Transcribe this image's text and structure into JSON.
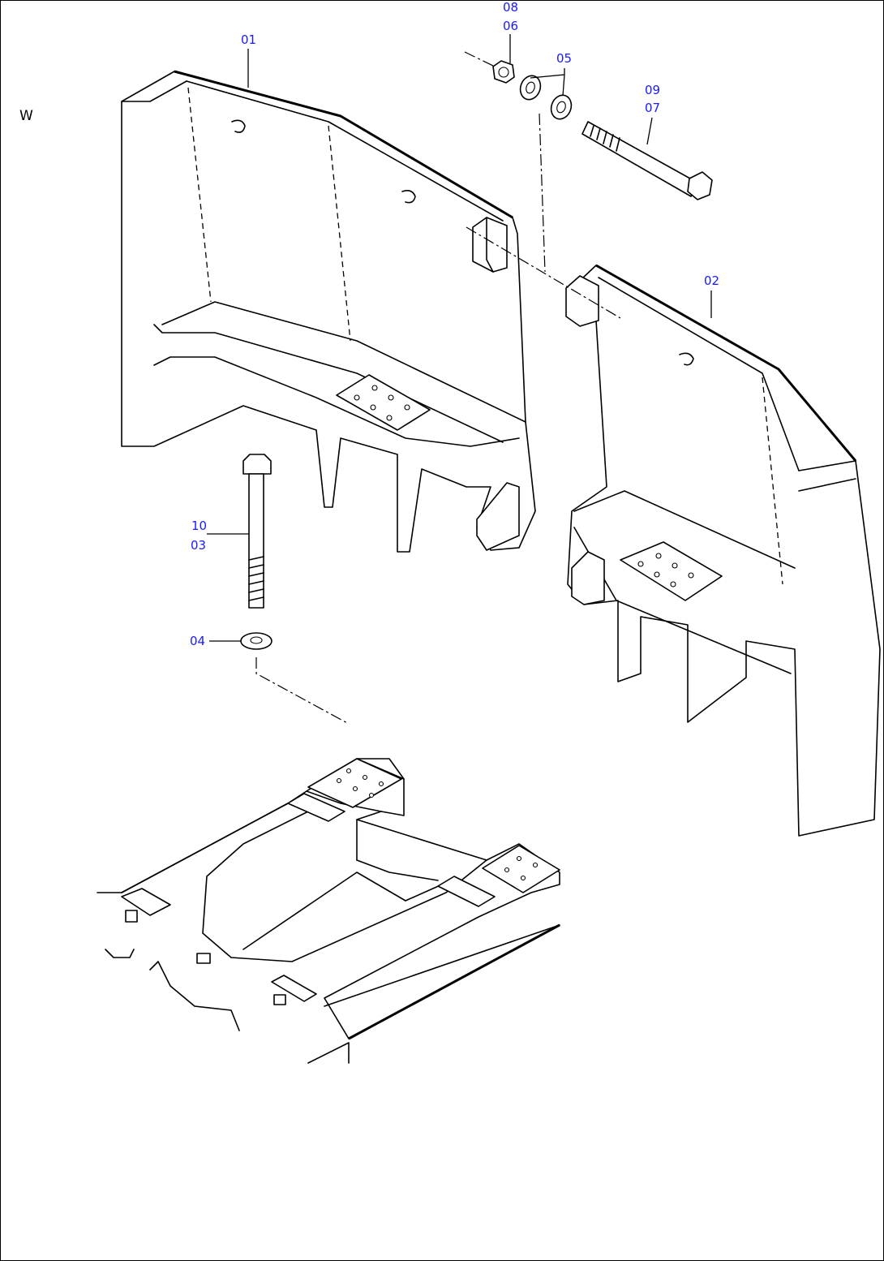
{
  "view": {
    "label": "W"
  },
  "parts": [
    {
      "id": "01",
      "name": "counterweight-left"
    },
    {
      "id": "02",
      "name": "counterweight-right"
    },
    {
      "id": "03",
      "name": "bolt-vertical"
    },
    {
      "id": "04",
      "name": "washer-vertical"
    },
    {
      "id": "05",
      "name": "washers-horizontal"
    },
    {
      "id": "06",
      "name": "nut"
    },
    {
      "id": "07",
      "name": "bolt-horizontal"
    },
    {
      "id": "08",
      "name": "nut-alt"
    },
    {
      "id": "09",
      "name": "bolt-horizontal-alt"
    },
    {
      "id": "10",
      "name": "bolt-vertical-alt"
    }
  ]
}
